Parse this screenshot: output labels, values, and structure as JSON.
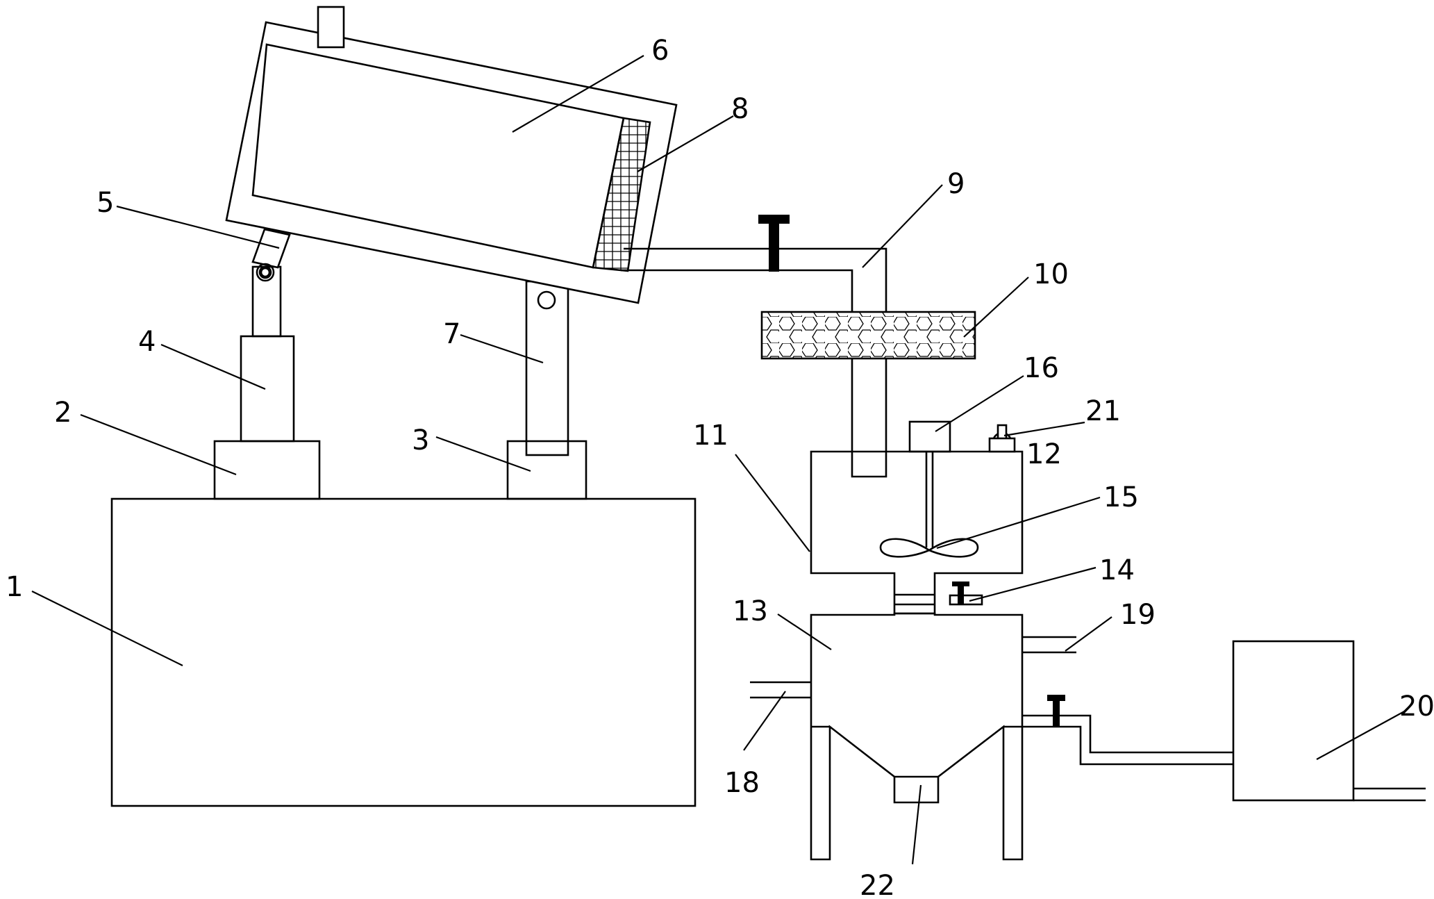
{
  "figure": {
    "labels": {
      "l1": "1",
      "l2": "2",
      "l3": "3",
      "l4": "4",
      "l5": "5",
      "l6": "6",
      "l7": "7",
      "l8": "8",
      "l9": "9",
      "l10": "10",
      "l11": "11",
      "l12": "12",
      "l13": "13",
      "l14": "14",
      "l15": "15",
      "l16": "16",
      "l18": "18",
      "l19": "19",
      "l20": "20",
      "l21": "21",
      "l22": "22"
    }
  }
}
